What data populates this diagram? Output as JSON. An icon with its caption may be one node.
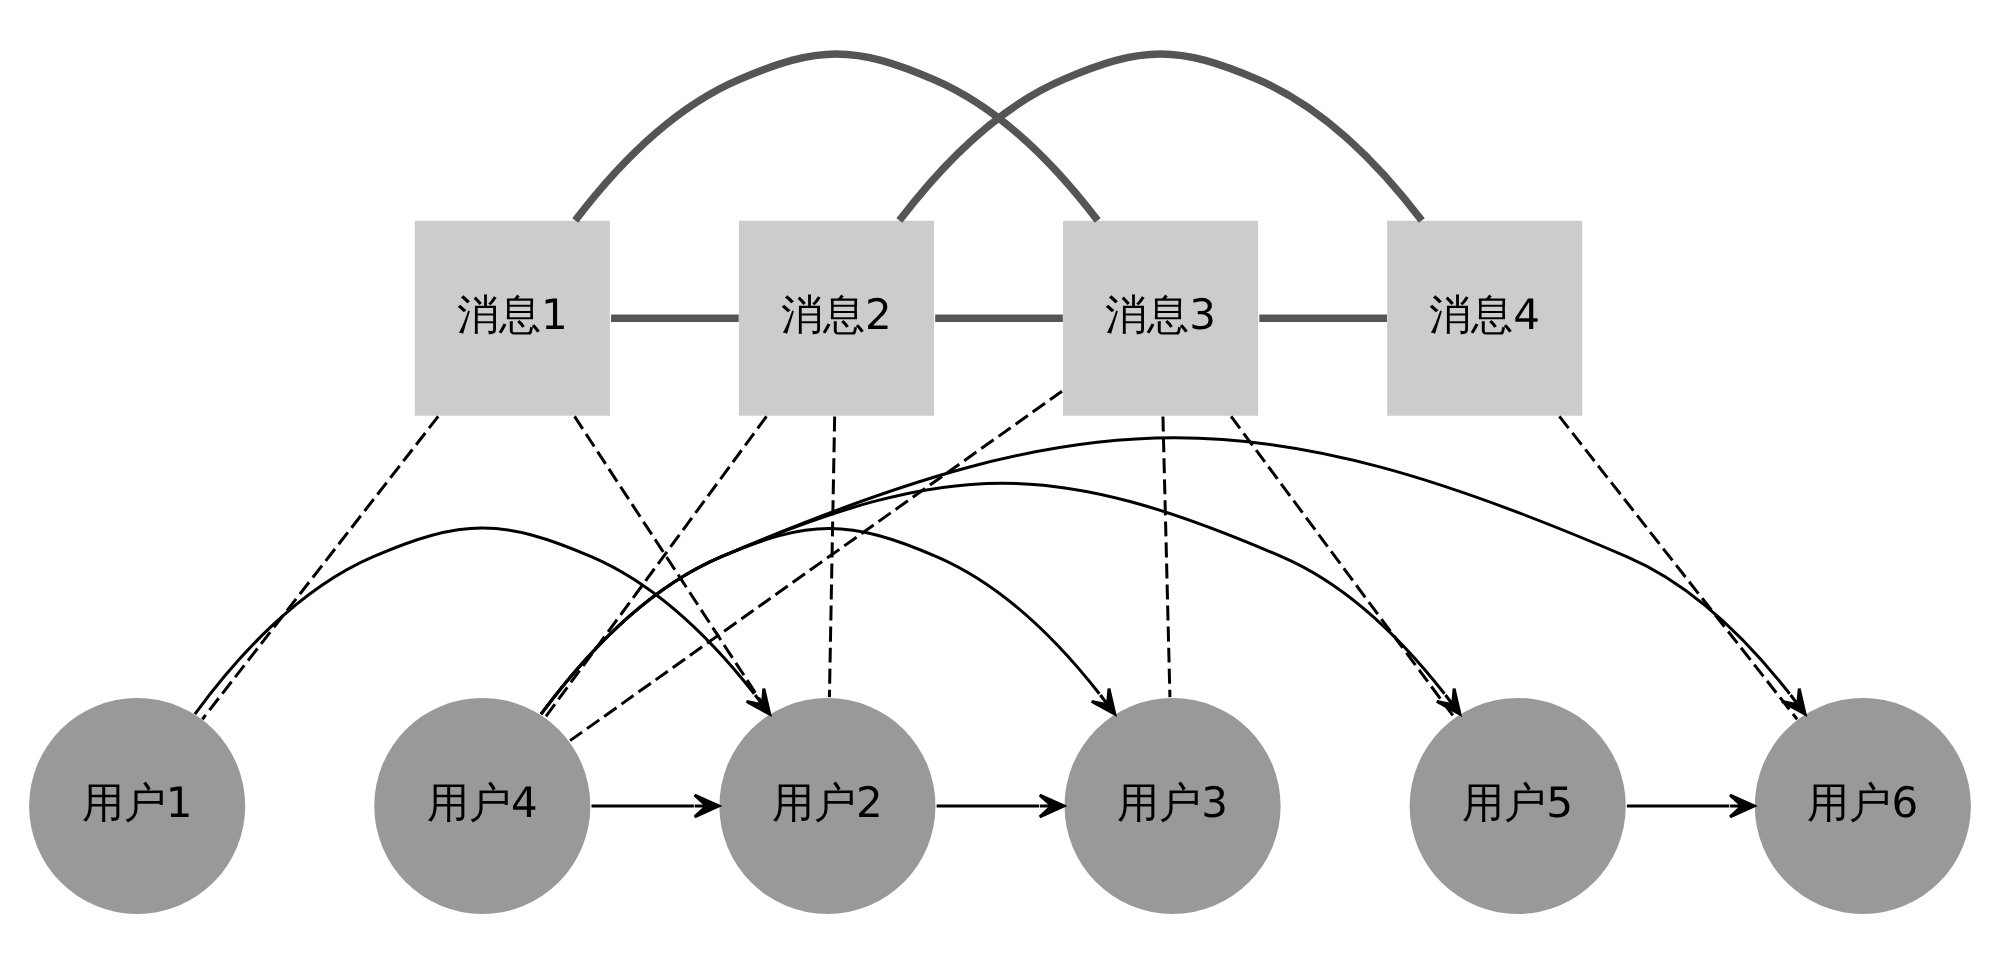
{
  "diagram": {
    "nodes": [
      {
        "text": [
          "消息1"
        ]
      },
      {
        "text": [
          "消息2"
        ]
      },
      {
        "text": [
          "消息3"
        ]
      },
      {
        "text": [
          "消息4"
        ]
      },
      {
        "text": [
          "用户1"
        ]
      },
      {
        "text": [
          "用户2"
        ]
      },
      {
        "text": [
          "用户3"
        ]
      },
      {
        "text": [
          "用户4"
        ]
      },
      {
        "text": [
          "用户5"
        ]
      },
      {
        "text": [
          "用户6"
        ]
      }
    ],
    "edges": [
      {
        "from": 0,
        "to": 1,
        "arrow": "none",
        "style": "thick",
        "color": "#555555"
      },
      {
        "from": 1,
        "to": 2,
        "arrow": "none",
        "style": "thick",
        "color": "#555555"
      },
      {
        "from": 2,
        "to": 3,
        "arrow": "none",
        "style": "thick",
        "color": "#555555"
      },
      {
        "from": 0,
        "to": 2,
        "arrow": "none",
        "style": "thick",
        "color": "#555555"
      },
      {
        "from": 1,
        "to": 3,
        "arrow": "none",
        "style": "thick",
        "color": "#555555"
      },
      {
        "from": 0,
        "to": 4,
        "arrow": "none",
        "style": "dashed"
      },
      {
        "from": 0,
        "to": 5,
        "arrow": "none",
        "style": "dashed"
      },
      {
        "from": 1,
        "to": 5,
        "arrow": "none",
        "style": "dashed"
      },
      {
        "from": 1,
        "to": 7,
        "arrow": "none",
        "style": "dashed"
      },
      {
        "from": 2,
        "to": 6,
        "arrow": "none",
        "style": "dashed"
      },
      {
        "from": 2,
        "to": 7,
        "arrow": "none",
        "style": "dashed"
      },
      {
        "from": 2,
        "to": 8,
        "arrow": "none",
        "style": "dashed"
      },
      {
        "from": 3,
        "to": 9,
        "arrow": "none",
        "style": "dashed"
      },
      {
        "from": 4,
        "to": 5,
        "arrow": "to"
      },
      {
        "from": 5,
        "to": 6,
        "arrow": "to"
      },
      {
        "from": 7,
        "to": 6,
        "arrow": "to"
      },
      {
        "from": 7,
        "to": 8,
        "arrow": "to"
      },
      {
        "from": 8,
        "to": 9,
        "arrow": "to"
      },
      {
        "from": 7,
        "to": 5,
        "arrow": "to"
      },
      {
        "from": 7,
        "to": 9,
        "arrow": "to"
      }
    ]
  }
}
